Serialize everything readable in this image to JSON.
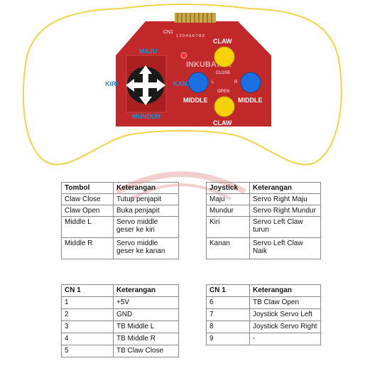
{
  "board": {
    "cn1_label": "CN1",
    "pin_numbers": "1 2 3 4 5 6 7 8 9",
    "maju": "MAJU",
    "mundur": "MUNDUR",
    "kiri": "KIRI",
    "kanan": "KANAN",
    "claw_top": "CLAW",
    "claw_bottom": "CLAW",
    "middle_left": "MIDDLE",
    "middle_right": "MIDDLE",
    "close": "CLOSE",
    "open": "OPEN",
    "l": "L",
    "r": "R",
    "brand": "INKUBATEK",
    "colors": {
      "pcb": "#c0282a",
      "yellow_button": "#f5d20c",
      "blue_button": "#1b6fe0",
      "label_blue": "#1f8fd8",
      "outline": "#f2d24a"
    }
  },
  "table_tombol": {
    "headers": [
      "Tombol",
      "Keterangan"
    ],
    "rows": [
      [
        "Claw Close",
        "Tutup penjapit"
      ],
      [
        "Claw Open",
        "Buka penjapit"
      ],
      [
        "Middle L",
        "Servo middle geser ke kiri"
      ],
      [
        "Middle R",
        "Servo middle geser ke kanan"
      ]
    ]
  },
  "table_joystick": {
    "headers": [
      "Joystick",
      "Keterangan"
    ],
    "rows": [
      [
        "Maju",
        "Servo Right Maju"
      ],
      [
        "Mundur",
        "Servo Right Mundur"
      ],
      [
        "Kiri",
        "Servo Left Claw turun"
      ],
      [
        "Kanan",
        "Servo Left Claw Naik"
      ]
    ]
  },
  "table_cn1_a": {
    "headers": [
      "CN 1",
      "Keterangan"
    ],
    "rows": [
      [
        "1",
        "+5V"
      ],
      [
        "2",
        "GND"
      ],
      [
        "3",
        "TB Middle L"
      ],
      [
        "4",
        "TB Middle R"
      ],
      [
        "5",
        "TB Claw Close"
      ]
    ]
  },
  "table_cn1_b": {
    "headers": [
      "CN 1",
      "Keterangan"
    ],
    "rows": [
      [
        "6",
        "TB Claw Open"
      ],
      [
        "7",
        "Joystick Servo Left"
      ],
      [
        "8",
        "Joystick Servo Right"
      ],
      [
        "9",
        "-"
      ]
    ]
  }
}
